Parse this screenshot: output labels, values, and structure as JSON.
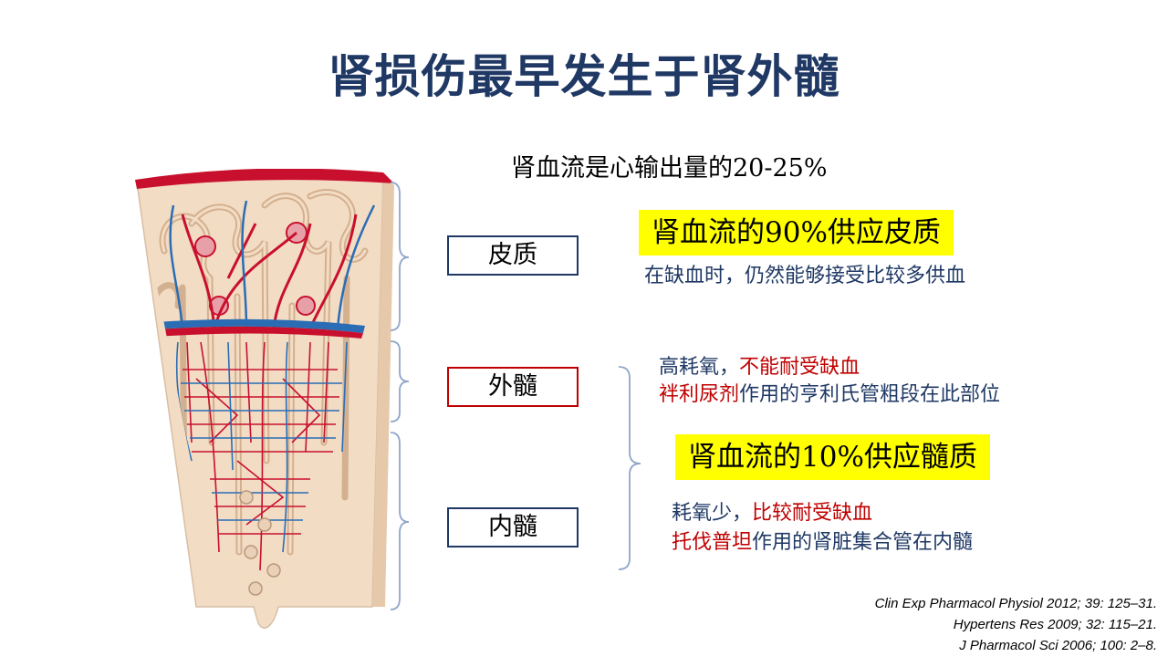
{
  "title": "肾损伤最早发生于肾外髓",
  "subtitle": "肾血流是心输出量的20-25%",
  "labels": {
    "cortex": "皮质",
    "outer_medulla": "外髓",
    "inner_medulla": "内髓"
  },
  "highlights": {
    "cortex": "肾血流的90%供应皮质",
    "medulla": "肾血流的10%供应髓质"
  },
  "notes": {
    "cortex": "在缺血时，仍然能够接受比较多供血",
    "outer_line1_a": "高耗氧，",
    "outer_line1_b": "不能耐受缺血",
    "outer_line2_a": "袢利尿剂",
    "outer_line2_b": "作用的亨利氏管粗段在此部位",
    "inner_line1_a": "耗氧少，",
    "inner_line1_b": "比较耐受缺血",
    "inner_line2_a": "托伐普坦",
    "inner_line2_b": "作用的肾脏集合管在内髓"
  },
  "references": [
    "Clin Exp Pharmacol Physiol 2012; 39: 125–31.",
    "Hypertens Res 2009; 32: 115–21.",
    "J Pharmacol Sci 2006; 100: 2–8."
  ],
  "colors": {
    "title": "#1f3864",
    "highlight": "#ffff00",
    "emphasis": "#c00000",
    "artery": "#c8102e",
    "vein": "#2a6db5",
    "tissue": "#f3dcc4"
  }
}
